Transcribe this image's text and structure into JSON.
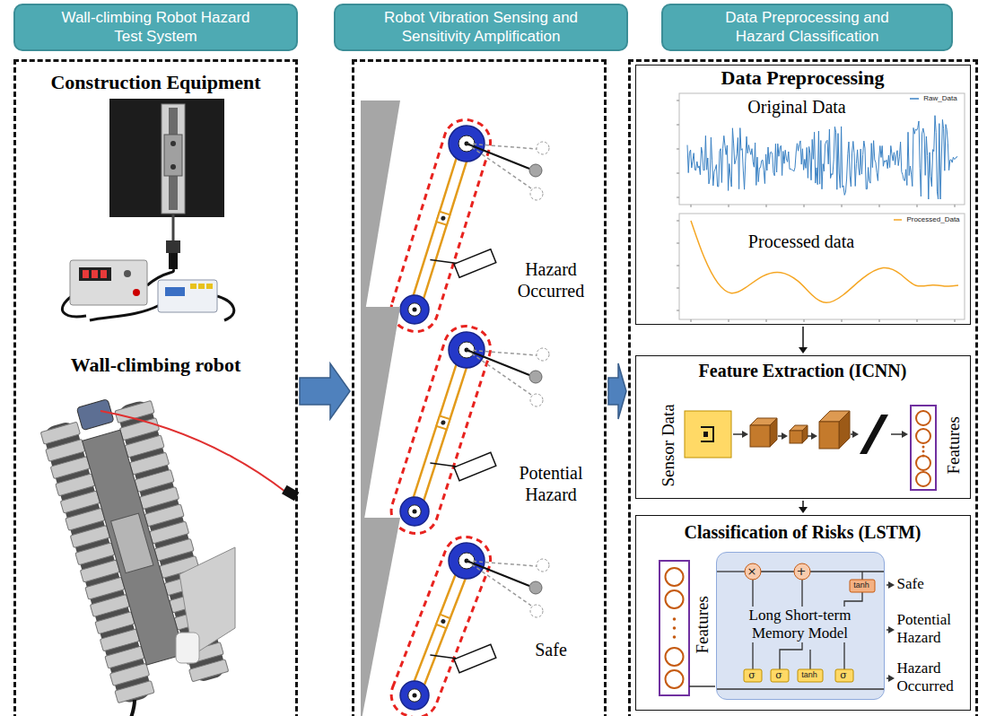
{
  "diagram": {
    "nodes": [
      {
        "text": [
          "Wall-climbing Robot Hazard Test System"
        ]
      },
      {
        "text": [
          "Robot Vibration Sensing and Sensitivity Amplification"
        ]
      },
      {
        "text": [
          "Data Preprocessing and Hazard Classification"
        ]
      },
      {
        "text": [
          "Construction Equipment",
          "Wall-climbing robot"
        ]
      },
      {
        "text": [
          "Hazard Occurred",
          "Potential Hazard",
          "Safe"
        ]
      },
      {
        "text": []
      },
      {
        "text": [
          "Data Preprocessing",
          "Original Data",
          "Processed data"
        ],
        "in": 5
      },
      {
        "text": [
          "Feature Extraction (ICNN)",
          "Sensor Data",
          "Features"
        ],
        "in": 5
      },
      {
        "text": [
          "Classification of Risks (LSTM)",
          "Features",
          "Safe",
          "Potential Hazard",
          "Hazard Occurred"
        ],
        "in": 5
      },
      {
        "text": [
          "Long Short-term Memory Model"
        ],
        "in": 8
      }
    ],
    "edges": [
      {
        "from": 3,
        "to": 4,
        "arrow": "to"
      },
      {
        "from": 4,
        "to": 5,
        "arrow": "to"
      },
      {
        "from": 6,
        "to": 7,
        "arrow": "to"
      },
      {
        "from": 7,
        "to": 8,
        "arrow": "to"
      }
    ],
    "labels": [
      "Raw_Data",
      "Processed_Data",
      "×",
      "+",
      "tanh",
      "σ",
      "σ",
      "tanh",
      "σ"
    ]
  }
}
